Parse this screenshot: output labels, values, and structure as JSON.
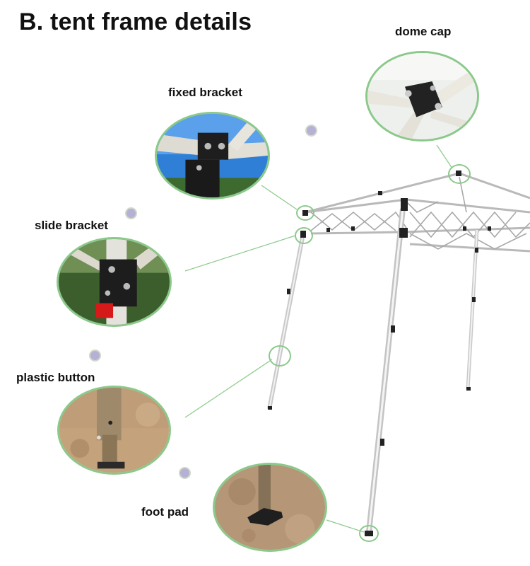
{
  "title": "B. tent frame details",
  "labels": {
    "dome_cap": "dome cap",
    "fixed_bracket": "fixed bracket",
    "slide_bracket": "slide bracket",
    "plastic_button": "plastic button",
    "foot_pad": "foot pad"
  },
  "colors": {
    "highlight_ring": "#8bc98b",
    "marker_dot": "#b5b0d4",
    "frame_metal": "#c8c8c8"
  }
}
